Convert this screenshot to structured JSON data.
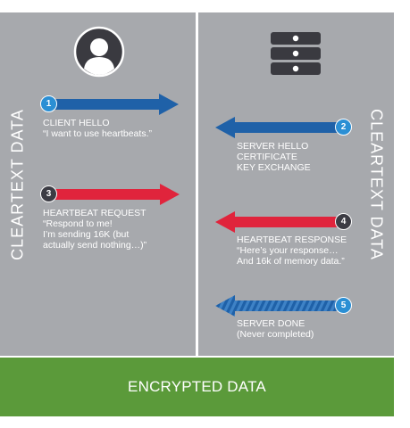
{
  "side_labels": {
    "left": "CLEARTEXT DATA",
    "right": "CLEARTEXT DATA"
  },
  "bottom_label": "ENCRYPTED DATA",
  "icons": {
    "left": "user-avatar-icon",
    "right": "server-stack-icon"
  },
  "colors": {
    "panel": "#a7a9ad",
    "blue": "#1f61a8",
    "red": "#e0243c",
    "badge_blue": "#2b8fd4",
    "badge_dark": "#3c3c44",
    "green": "#5b9a3a"
  },
  "steps": [
    {
      "number": "1",
      "title": "CLIENT HELLO",
      "lines": [
        "“I want to use heartbeats.”"
      ]
    },
    {
      "number": "2",
      "title": "SERVER HELLO",
      "lines": [
        "CERTIFICATE",
        "KEY EXCHANGE"
      ]
    },
    {
      "number": "3",
      "title": "HEARTBEAT REQUEST",
      "lines": [
        "“Respond to me!",
        "I’m sending 16K (but",
        "actually send nothing…)”"
      ]
    },
    {
      "number": "4",
      "title": "HEARTBEAT RESPONSE",
      "lines": [
        "“Here’s your response…",
        "And 16k of memory data.”"
      ]
    },
    {
      "number": "5",
      "title": "SERVER DONE",
      "lines": [
        "(Never completed)"
      ]
    }
  ]
}
